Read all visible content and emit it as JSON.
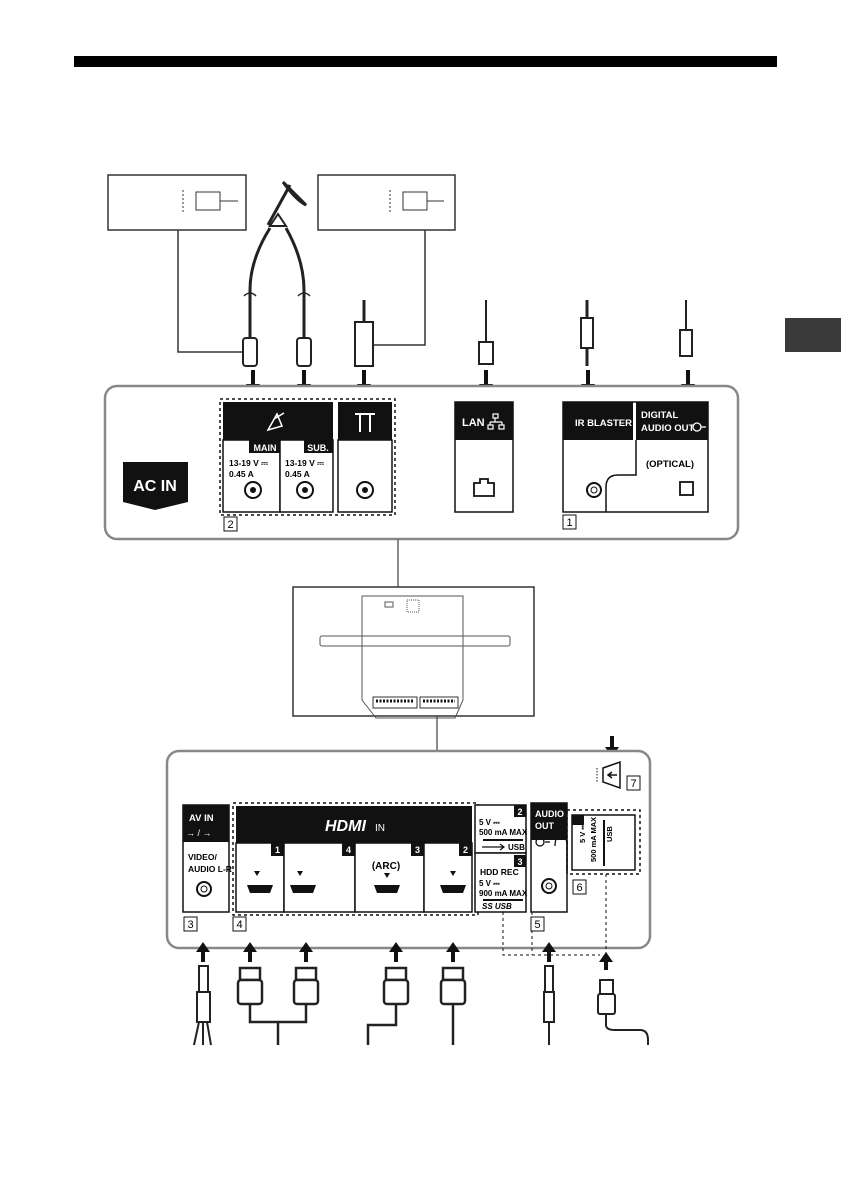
{
  "top_panel": {
    "ac_in": "AC IN",
    "sat_main": "MAIN",
    "sat_sub": "SUB.",
    "sat_main_rating_1": "13-19 V ⎓",
    "sat_main_rating_2": "0.45 A",
    "sat_sub_rating_1": "13-19 V ⎓",
    "sat_sub_rating_2": "0.45 A",
    "lan": "LAN",
    "ir_blaster": "IR BLASTER",
    "digital_audio_1": "DIGITAL",
    "digital_audio_2": "AUDIO OUT",
    "optical": "(OPTICAL)",
    "callout_sat": "2",
    "callout_ir": "1"
  },
  "bottom_panel": {
    "av_in": "AV IN",
    "av_in_sub": "→ / →",
    "video_audio_1": "VIDEO/",
    "video_audio_2": "AUDIO L-R",
    "hdmi_logo": "HDMI",
    "hdmi_in": "IN",
    "hdmi_ports": [
      "1",
      "4",
      "3",
      "2"
    ],
    "arc": "(ARC)",
    "usb2_num": "2",
    "usb2_line1": "5 V ⎓",
    "usb2_line2": "500 mA MAX",
    "usb2_label": "USB",
    "usb3_num": "3",
    "usb3_line1": "HDD REC",
    "usb3_line2": "5 V ⎓",
    "usb3_line3": "900 mA MAX",
    "usb3_label": "SS USB",
    "audio_out_1": "AUDIO",
    "audio_out_2": "OUT",
    "usb1_line1": "5 V ⎓",
    "usb1_line2": "500 mA MAX",
    "usb1_label": "USB",
    "callouts": [
      "3",
      "4",
      "5",
      "6",
      "7"
    ]
  }
}
